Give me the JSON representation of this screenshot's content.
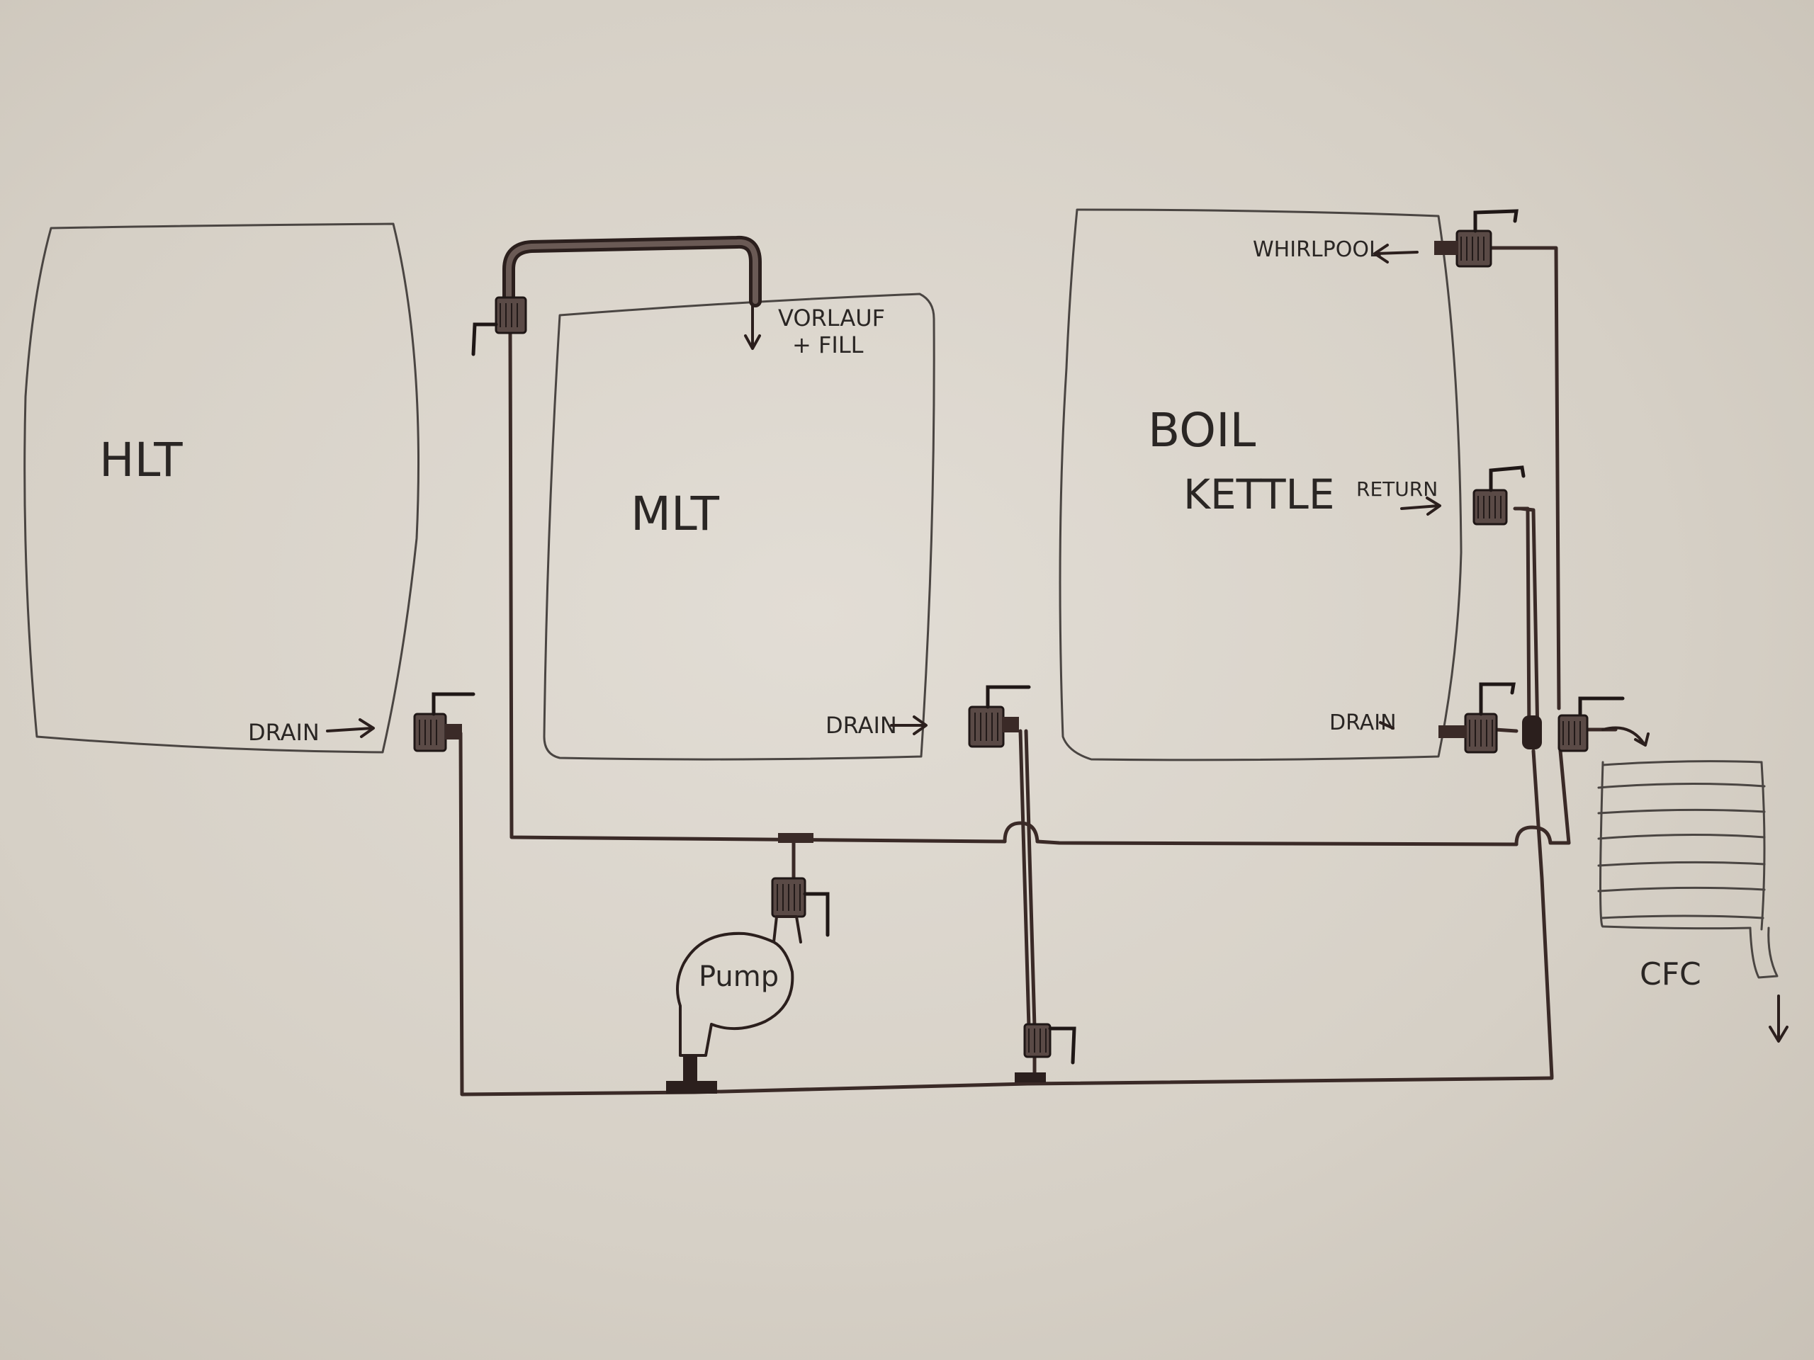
{
  "diagram": {
    "vessels": {
      "hlt": {
        "label": "HLT"
      },
      "mlt": {
        "label": "MLT"
      },
      "boil_kettle": {
        "label_line1": "BOIL",
        "label_line2": "KETTLE"
      }
    },
    "ports": {
      "hlt_drain": "DRAIN",
      "mlt_drain": "DRAIN",
      "mlt_vorlauf_line1": "VORLAUF",
      "mlt_vorlauf_line2": "+ FILL",
      "bk_whirlpool": "WHIRLPOOL",
      "bk_return": "RETURN",
      "bk_drain": "DRAIN"
    },
    "components": {
      "pump": "Pump",
      "chiller": "CFC"
    },
    "colors": {
      "paper": "#d8d2c9",
      "pencil": "#4a4542",
      "ink": "#2b1f1d"
    }
  }
}
